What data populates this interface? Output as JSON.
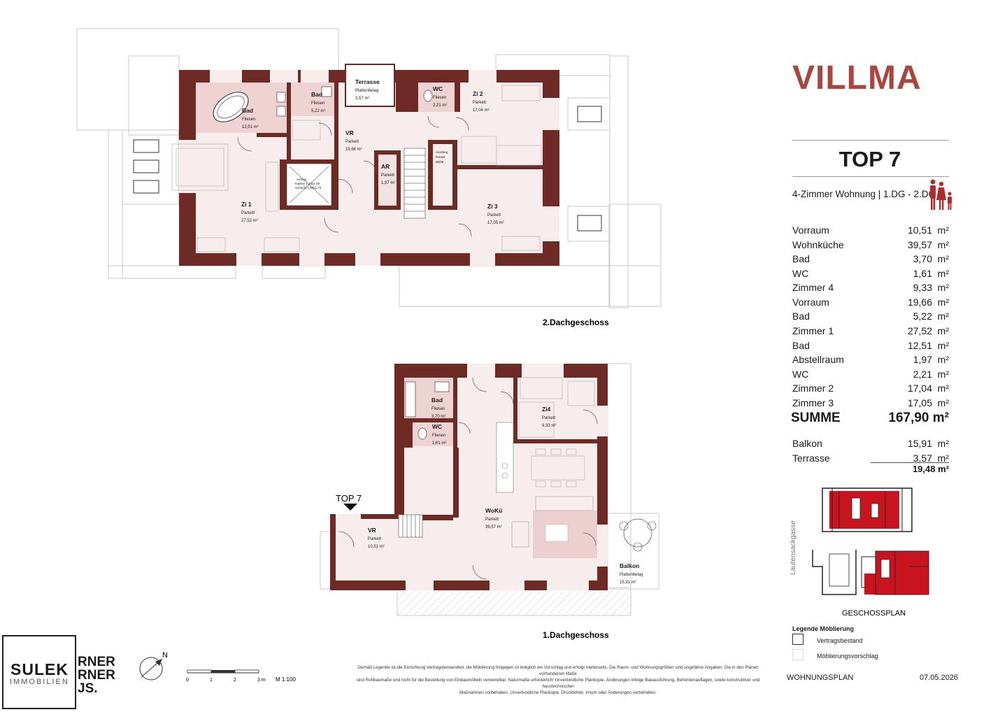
{
  "brand": {
    "name": "VILLMA",
    "accent_color": "#a8473e",
    "wall_color": "#6e2a24",
    "floor_color": "#f3e2e2"
  },
  "unit": {
    "title": "TOP 7",
    "subtitle": "4-Zimmer Wohnung | 1.DG - 2.DG",
    "family_icon": "family-icon"
  },
  "areas": [
    {
      "name": "Vorraum",
      "value": "10,51",
      "unit": "m²"
    },
    {
      "name": "Wohnküche",
      "value": "39,57",
      "unit": "m²"
    },
    {
      "name": "Bad",
      "value": "3,70",
      "unit": "m²"
    },
    {
      "name": "WC",
      "value": "1,61",
      "unit": "m²"
    },
    {
      "name": "Zimmer 4",
      "value": "9,33",
      "unit": "m²"
    },
    {
      "name": "Vorraum",
      "value": "19,66",
      "unit": "m²"
    },
    {
      "name": "Bad",
      "value": "5,22",
      "unit": "m²"
    },
    {
      "name": "Zimmer 1",
      "value": "27,52",
      "unit": "m²"
    },
    {
      "name": "Bad",
      "value": "12,51",
      "unit": "m²"
    },
    {
      "name": "Abstellraum",
      "value": "1,97",
      "unit": "m²"
    },
    {
      "name": "WC",
      "value": "2,21",
      "unit": "m²"
    },
    {
      "name": "Zimmer 2",
      "value": "17,04",
      "unit": "m²"
    },
    {
      "name": "Zimmer 3",
      "value": "17,05",
      "unit": "m²"
    }
  ],
  "summe": {
    "label": "SUMME",
    "value": "167,90 m²"
  },
  "outdoor": [
    {
      "name": "Balkon",
      "value": "15,91",
      "unit": "m²"
    },
    {
      "name": "Terrasse",
      "value": "3,57",
      "unit": "m²"
    }
  ],
  "outdoor_total": "19,48 m²",
  "plan_upper": {
    "caption": "2.Dachgeschoss",
    "rooms": {
      "bad_big": {
        "name": "Bad",
        "material": "Fliesen",
        "area": "12,51 m²"
      },
      "bad_small": {
        "name": "Bad",
        "material": "Fliesen",
        "area": "5,22 m²"
      },
      "terrasse": {
        "name": "Terrasse",
        "material": "Plattenbelag",
        "area": "3,57 m²"
      },
      "wc": {
        "name": "WC",
        "material": "Fliesen",
        "area": "2,21 m²"
      },
      "zi2": {
        "name": "Zi 2",
        "material": "Parkett",
        "area": "17,04 m²"
      },
      "vr": {
        "name": "VR",
        "material": "Parkett",
        "area": "19,66 m²"
      },
      "ar": {
        "name": "AR",
        "material": "Parkett",
        "area": "1,97 m²"
      },
      "zi1": {
        "name": "Zi 1",
        "material": "Parkett",
        "area": "27,52 m²"
      },
      "zi3": {
        "name": "Zi 3",
        "material": "Parkett",
        "area": "17,05 m²"
      }
    },
    "ausstieg_1": "Ausstieg",
    "ausstieg_2": "fenster",
    "ausstieg_3": "86/86",
    "lift_1": "Aufzug",
    "lift_2": "Kabine 1,10x1,40",
    "lift_3": "Schacht 1,60x1,73"
  },
  "plan_lower": {
    "caption": "1.Dachgeschoss",
    "top_marker": "TOP 7",
    "rooms": {
      "bad": {
        "name": "Bad",
        "material": "Fliesen",
        "area": "3,70 m²"
      },
      "wc": {
        "name": "WC",
        "material": "Fliesen",
        "area": "1,61 m²"
      },
      "zi4": {
        "name": "Zi4",
        "material": "Parkett",
        "area": "9,33 m²"
      },
      "woku": {
        "name": "WoKü",
        "material": "Parkett",
        "area": "39,57 m²"
      },
      "vr": {
        "name": "VR",
        "material": "Parkett",
        "area": "10,51 m²"
      },
      "balkon": {
        "name": "Balkon",
        "material": "Plattenbelag",
        "area": "15,91 m²"
      }
    }
  },
  "keyplan": {
    "street": "Lautensackgasse",
    "caption": "GESCHOSSPLAN",
    "highlight_color": "#c8141e"
  },
  "legend": {
    "title": "Legende Möblierung",
    "items": [
      "Vertragsbestand",
      "Möblierungsvorschlag"
    ]
  },
  "scale": {
    "ticks": [
      "0",
      "1",
      "2",
      "3 m"
    ],
    "label": "M 1:100",
    "north": "N"
  },
  "disclaimer": [
    "Gemäß Legende ist die Einrichtung Vertragsbestandteil, die Möblierung hingegen ist lediglich ein Vorschlag und erfolgt mieterseits. Die Raum- und Wohnungsgrößen sind ungefähre Angaben. Die in den Plänen vorhandenen Maße",
    "sind Rohbaumaße und nicht für die Bestellung von Einbaumöbeln verwendbar. Naturmaße erforderlich! Unverbindliche Plankopie, Änderungen infolge Bauausführung, Behördenauflagen, sowie konstruktiver und haustechnischer",
    "Maßnahmen vorbehalten. Unverbindliche Plankopie, Druckfehler, Irrtum oder Änderungen vorbehalten."
  ],
  "footer": {
    "plan_type": "WOHNUNGSPLAN",
    "date": "07.05.2026"
  },
  "logos": {
    "sulek": "SULEK",
    "sulek_sub": "IMMOBILIEN",
    "partner_1": "RNER",
    "partner_2": "RNER",
    "partner_3": "JS."
  }
}
